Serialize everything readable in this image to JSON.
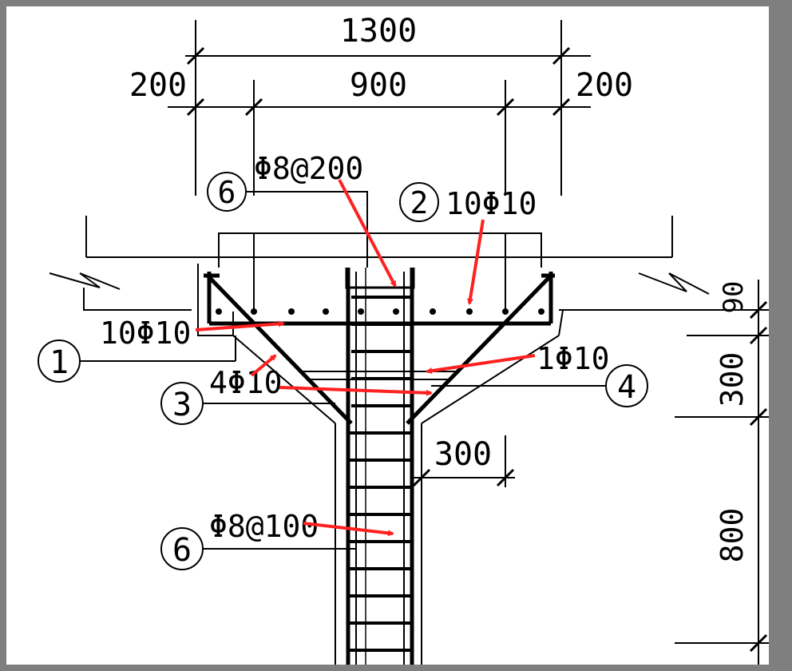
{
  "dimensions": {
    "top_total": "1300",
    "left_edge": "200",
    "middle": "900",
    "right_edge": "200",
    "right_top": "90",
    "right_mid": "300",
    "right_low": "800",
    "column_width": "300"
  },
  "callouts": [
    {
      "number": "1",
      "label": "10Φ10"
    },
    {
      "number": "2",
      "label": "10Φ10"
    },
    {
      "number": "3",
      "label": "4Φ10"
    },
    {
      "number": "4",
      "label": "1Φ10"
    },
    {
      "number": "6",
      "label": "Φ8@200"
    },
    {
      "number": "6",
      "label": "Φ8@100"
    }
  ],
  "colors": {
    "drawing": "#000000",
    "arrow": "#ff2020",
    "frame": "#7f7f7f"
  }
}
